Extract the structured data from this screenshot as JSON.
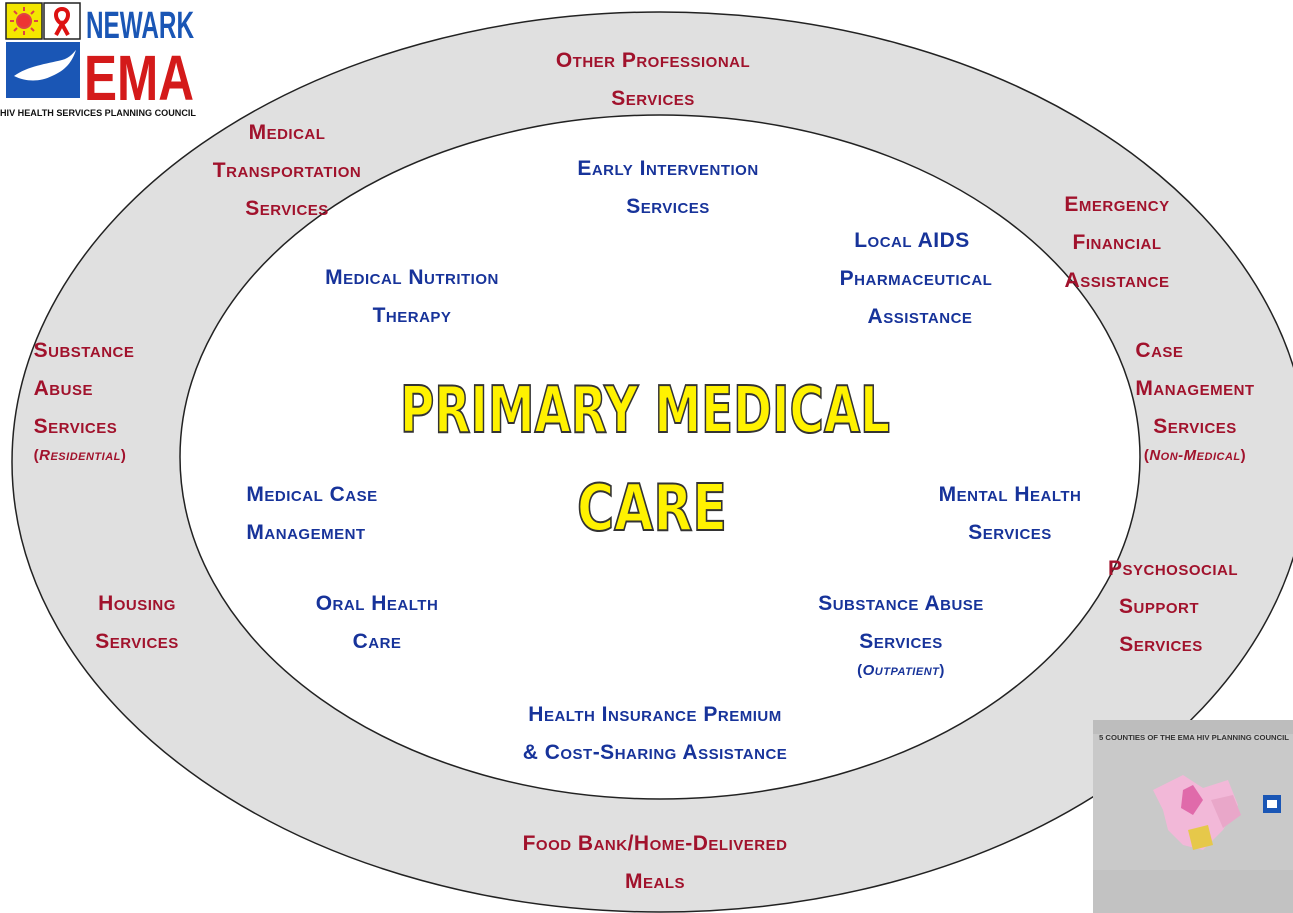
{
  "logo": {
    "name_line1": "NEWARK",
    "name_line2": "EMA",
    "subtitle": "HIV HEALTH SERVICES PLANNING COUNCIL"
  },
  "center": {
    "line1": "PRIMARY MEDICAL",
    "line2": "CARE"
  },
  "inner_services": {
    "early_intervention": [
      "Early Intervention",
      "Services"
    ],
    "medical_nutrition": [
      "Medical Nutrition",
      "Therapy"
    ],
    "local_aids_pharma": [
      "Local AIDS",
      "Pharmaceutical",
      "Assistance"
    ],
    "medical_case_mgmt": [
      "Medical Case",
      "Management"
    ],
    "mental_health": [
      "Mental Health",
      "Services"
    ],
    "oral_health": [
      "Oral Health",
      "Care"
    ],
    "substance_abuse_outpatient": [
      "Substance Abuse",
      "Services"
    ],
    "substance_abuse_outpatient_note": "Outpatient",
    "health_insurance": [
      "Health Insurance Premium",
      "& Cost-Sharing Assistance"
    ]
  },
  "outer_services": {
    "other_professional": [
      "Other Professional",
      "Services"
    ],
    "medical_transportation": [
      "Medical",
      "Transportation",
      "Services"
    ],
    "emergency_financial": [
      "Emergency",
      "Financial",
      "Assistance"
    ],
    "substance_abuse_residential": [
      "Substance",
      "Abuse",
      "Services"
    ],
    "substance_abuse_residential_note": "Residential",
    "case_management": [
      "Case",
      "Management",
      "Services"
    ],
    "case_management_note": "Non-Medical",
    "housing": [
      "Housing",
      "Services"
    ],
    "psychosocial": [
      "Psychosocial",
      "Support",
      "Services"
    ],
    "food_bank": [
      "Food Bank/Home-Delivered",
      "Meals"
    ]
  },
  "photo": {
    "banner_text": "5 COUNTIES OF THE EMA HIV PLANNING COUNCIL"
  },
  "colors": {
    "ring": "#e0e0e0",
    "outer_text": "#a1122c",
    "inner_text": "#17339a",
    "center_fill": "#fff200",
    "center_stroke": "#333333"
  }
}
